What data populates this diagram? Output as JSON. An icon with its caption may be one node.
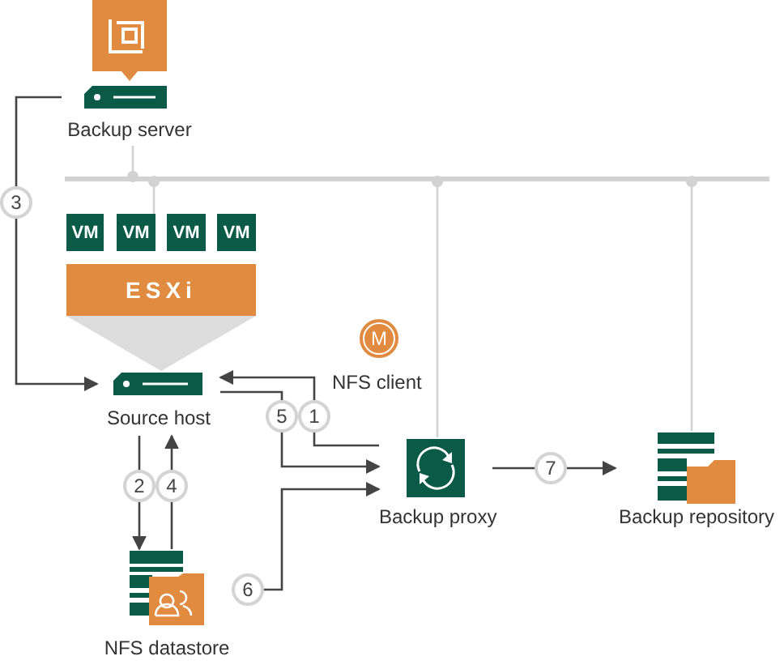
{
  "diagram": {
    "nodes": [
      {
        "text": [
          "Backup server"
        ]
      },
      {
        "text": [
          "VM"
        ]
      },
      {
        "text": [
          "VM"
        ]
      },
      {
        "text": [
          "VM"
        ]
      },
      {
        "text": [
          "VM"
        ]
      },
      {
        "text": [
          "ESXi"
        ]
      },
      {
        "text": [
          "Source host"
        ]
      },
      {
        "text": [
          "NFS datastore"
        ]
      },
      {
        "text": [
          "Backup proxy"
        ]
      },
      {
        "text": [
          "Backup repository"
        ]
      },
      {
        "text": [],
        "shape": "bar"
      },
      {
        "text": [],
        "shape": "triangle"
      }
    ],
    "edges": [
      {
        "from": 0,
        "to": 6,
        "arrow": "to",
        "label": "3"
      },
      {
        "from": 8,
        "to": 6,
        "arrow": "to",
        "label": "1"
      },
      {
        "from": 6,
        "to": 8,
        "arrow": "to",
        "label": "5"
      },
      {
        "from": 6,
        "to": 7,
        "arrow": "to",
        "label": "2"
      },
      {
        "from": 7,
        "to": 6,
        "arrow": "to",
        "label": "4"
      },
      {
        "from": 7,
        "to": 8,
        "arrow": "to",
        "label": "6"
      },
      {
        "from": 8,
        "to": 9,
        "arrow": "to",
        "label": "7"
      },
      {
        "from": 0,
        "to": 10,
        "arrow": "other",
        "color": "#d2d2d2"
      },
      {
        "from": 10,
        "to": 2,
        "arrow": "other",
        "color": "#d2d2d2"
      },
      {
        "from": 10,
        "to": 8,
        "arrow": "other",
        "color": "#d2d2d2"
      },
      {
        "from": 10,
        "to": 9,
        "arrow": "other",
        "color": "#d2d2d2"
      }
    ],
    "labels": [
      "M",
      "NFS client"
    ]
  }
}
